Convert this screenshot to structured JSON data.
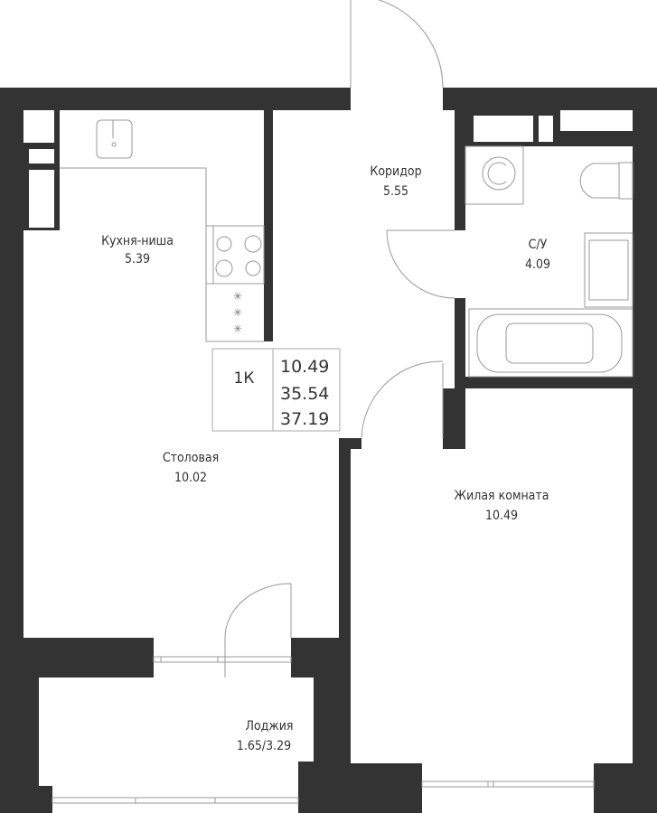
{
  "rooms": {
    "kitchen": {
      "name": "Кухня-ниша",
      "area": "5.39"
    },
    "corridor": {
      "name": "Коридор",
      "area": "5.55"
    },
    "bathroom": {
      "name": "С/У",
      "area": "4.09"
    },
    "dining": {
      "name": "Столовая",
      "area": "10.02"
    },
    "living": {
      "name": "Жилая комната",
      "area": "10.49"
    },
    "loggia": {
      "name": "Лоджия",
      "area": "1.65/3.29"
    }
  },
  "info": {
    "type": "1К",
    "living_area": "10.49",
    "total_area": "35.54",
    "total_with_loggia": "37.19"
  },
  "colors": {
    "wall": "#333333",
    "fixture": "#999999",
    "text": "#333333"
  }
}
